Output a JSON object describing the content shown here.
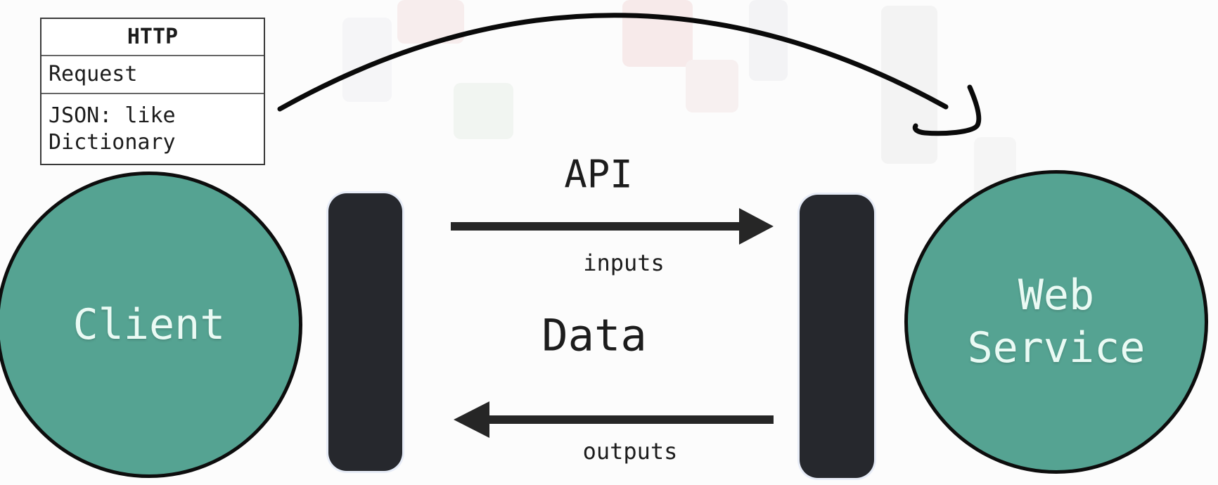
{
  "diagram": {
    "http_table": {
      "header": "HTTP",
      "rows": [
        "Request",
        "JSON: like Dictionary"
      ]
    },
    "nodes": {
      "client": "Client",
      "web_service": "Web Service"
    },
    "labels": {
      "api": "API",
      "inputs": "inputs",
      "data": "Data",
      "outputs": "outputs"
    },
    "colors": {
      "node_fill": "#55a392",
      "node_text": "#eafaf4",
      "bar_fill": "#26282d",
      "ink": "#1c1c1c",
      "arrow": "#262626"
    }
  }
}
